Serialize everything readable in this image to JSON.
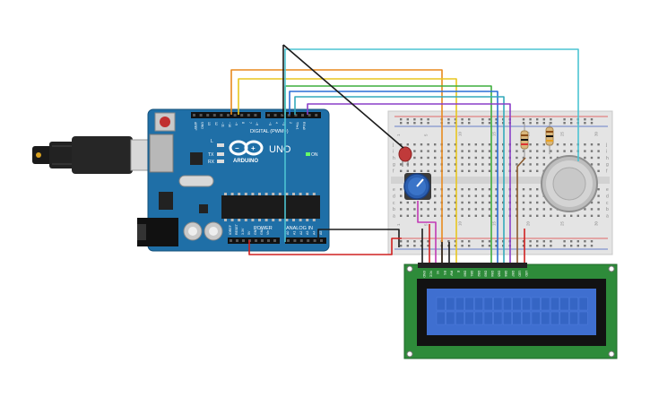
{
  "arduino": {
    "brand": "ARDUINO",
    "model": "UNO",
    "digital_label": "DIGITAL (PWM~)",
    "power_label": "POWER",
    "analog_label": "ANALOG IN",
    "on_label": "ON",
    "l_label": "L",
    "tx_label": "TX",
    "rx_label": "RX",
    "digital_pins": [
      "AREF",
      "GND",
      "13",
      "12",
      "~11",
      "~10",
      "~9",
      "8",
      "7",
      "~6",
      "~5",
      "4",
      "~3",
      "2",
      "TX▸1",
      "RX◂0"
    ],
    "power_pins": [
      "IOREF",
      "RESET",
      "3.3V",
      "5V",
      "GND",
      "GND",
      "Vin"
    ],
    "analog_pins": [
      "A0",
      "A1",
      "A2",
      "A3",
      "A4",
      "A5"
    ]
  },
  "breadboard": {
    "row_letters_top": [
      "j",
      "i",
      "h",
      "g",
      "f"
    ],
    "row_letters_bottom": [
      "e",
      "d",
      "c",
      "b",
      "a"
    ],
    "column_numbers": [
      "1",
      "5",
      "10",
      "15",
      "20",
      "25",
      "30"
    ]
  },
  "lcd": {
    "pin_labels": [
      "GND",
      "VCC",
      "V0",
      "RS",
      "RW",
      "E",
      "DB0",
      "DB1",
      "DB2",
      "DB3",
      "DB4",
      "DB5",
      "DB6",
      "DB7",
      "LED",
      "LED"
    ]
  },
  "colors": {
    "board_blue": "#1f6fa7",
    "breadboard": "#e4e4e4",
    "lcd_pcb": "#2e8b3a",
    "lcd_screen": "#3f6fd0"
  }
}
